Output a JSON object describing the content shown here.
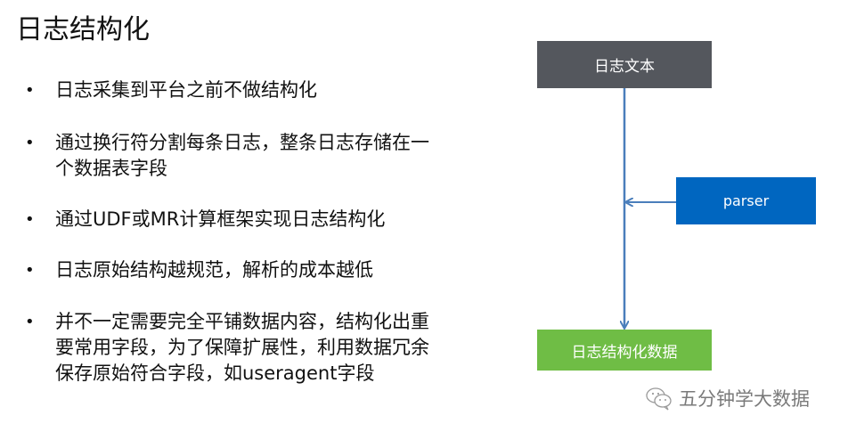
{
  "slide": {
    "title": "日志结构化",
    "bullets": [
      {
        "marker": "•",
        "text": "日志采集到平台之前不做结构化"
      },
      {
        "marker": "•",
        "text": "通过换行符分割每条日志，整条日志存储在一个数据表字段"
      },
      {
        "marker": "•",
        "text": "通过UDF或MR计算框架实现日志结构化"
      },
      {
        "marker": "•",
        "text": "日志原始结构越规范，解析的成本越低"
      },
      {
        "marker": "•",
        "text": "并不一定需要完全平铺数据内容，结构化出重要常用字段，为了保障扩展性，利用数据冗余保存原始符合字段，如useragent字段"
      }
    ]
  },
  "diagram": {
    "nodes": {
      "source": {
        "label": "日志文本",
        "color": "#54575d"
      },
      "parser": {
        "label": "parser",
        "color": "#0066c0"
      },
      "output": {
        "label": "日志结构化数据",
        "color": "#6fbd45"
      }
    },
    "edges": [
      {
        "from": "source",
        "to": "output",
        "color": "#4a7ebb"
      },
      {
        "from": "parser",
        "to": "source-output-line",
        "color": "#4a7ebb"
      }
    ]
  },
  "watermark": {
    "icon": "wechat-icon",
    "text": "五分钟学大数据"
  }
}
